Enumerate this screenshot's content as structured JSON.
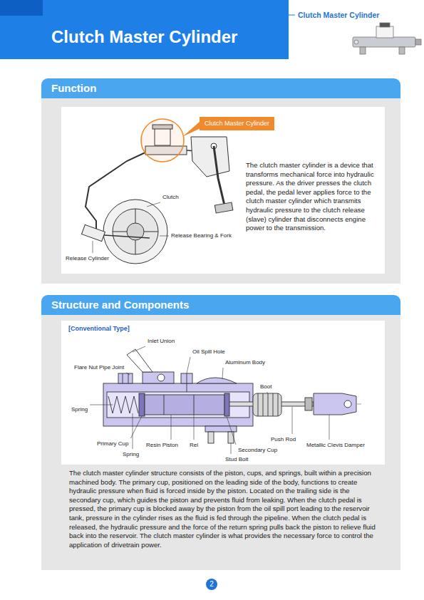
{
  "diagram": {
    "title": "Clutch Master Cylinder",
    "nodes": [
      {
        "text": [
          "Function"
        ]
      },
      {
        "text": [
          "Clutch Master Cylinder"
        ]
      },
      {
        "text": [
          "Structure and Components"
        ]
      },
      {
        "text": [
          "2"
        ]
      }
    ],
    "labels": [
      "Clutch Master Cylinder",
      "Clutch",
      "Release Bearing & Fork",
      "Release Cylinder",
      "The clutch master cylinder is a device that transforms mechanical force into hydraulic pressure. As the driver presses the clutch pedal, the pedal lever applies force to the clutch master cylinder which transmits hydraulic pressure to the clutch release (slave) cylinder that disconnects engine power to the transmission.",
      "[Conventional Type]",
      "Inlet Union",
      "Oil Spill Hole",
      "Aluminum Body",
      "Flare Nut Pipe Joint",
      "Boot",
      "Spring",
      "Push Rod",
      "Primary Cup",
      "Resin Piston",
      "Rel",
      "Metallic Clevis Damper",
      "Spring",
      "Secondary Cup",
      "Stud Bolt",
      "The clutch master cylinder structure consists of the piston, cups, and springs, built within a precision machined body. The primary cup, positioned on the leading side of the body, functions to create hydraulic pressure when fluid is forced inside by the piston. Located on the trailing side is the secondary cup, which guides the piston and prevents fluid from leaking. When the clutch pedal is pressed, the primary cup is blocked away by the piston from the oil spill port leading to the reservoir tank, pressure in the cylinder rises as the fluid is fed through the pipeline. When the clutch pedal is released, the hydraulic pressure and the force of the return spring pulls back the piston to relieve fluid back into the reservoir. The clutch master cylinder is what provides the necessary force to control the application of drivetrain power."
    ]
  }
}
